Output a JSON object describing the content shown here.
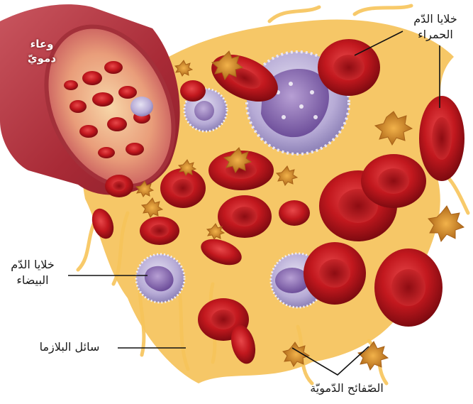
{
  "labels": {
    "blood_vessel": [
      "وعاء",
      "دمويّ"
    ],
    "red_blood_cells": [
      "خلايا الدّم",
      "الحمراء"
    ],
    "white_blood_cells": [
      "خلايا الدّم",
      "البيضاء"
    ],
    "plasma": "سائل البلازما",
    "platelets": "الصّفائح الدّمويّة"
  },
  "colors": {
    "vessel_wall": "#b8323c",
    "vessel_inner": "#e89a9a",
    "plasma": "#f2b43a",
    "red_cell": "#c2181e",
    "red_cell_center": "#a30f16",
    "white_cell": "#9a86c0",
    "platelet": "#d9852a",
    "leader_line": "#111111"
  }
}
